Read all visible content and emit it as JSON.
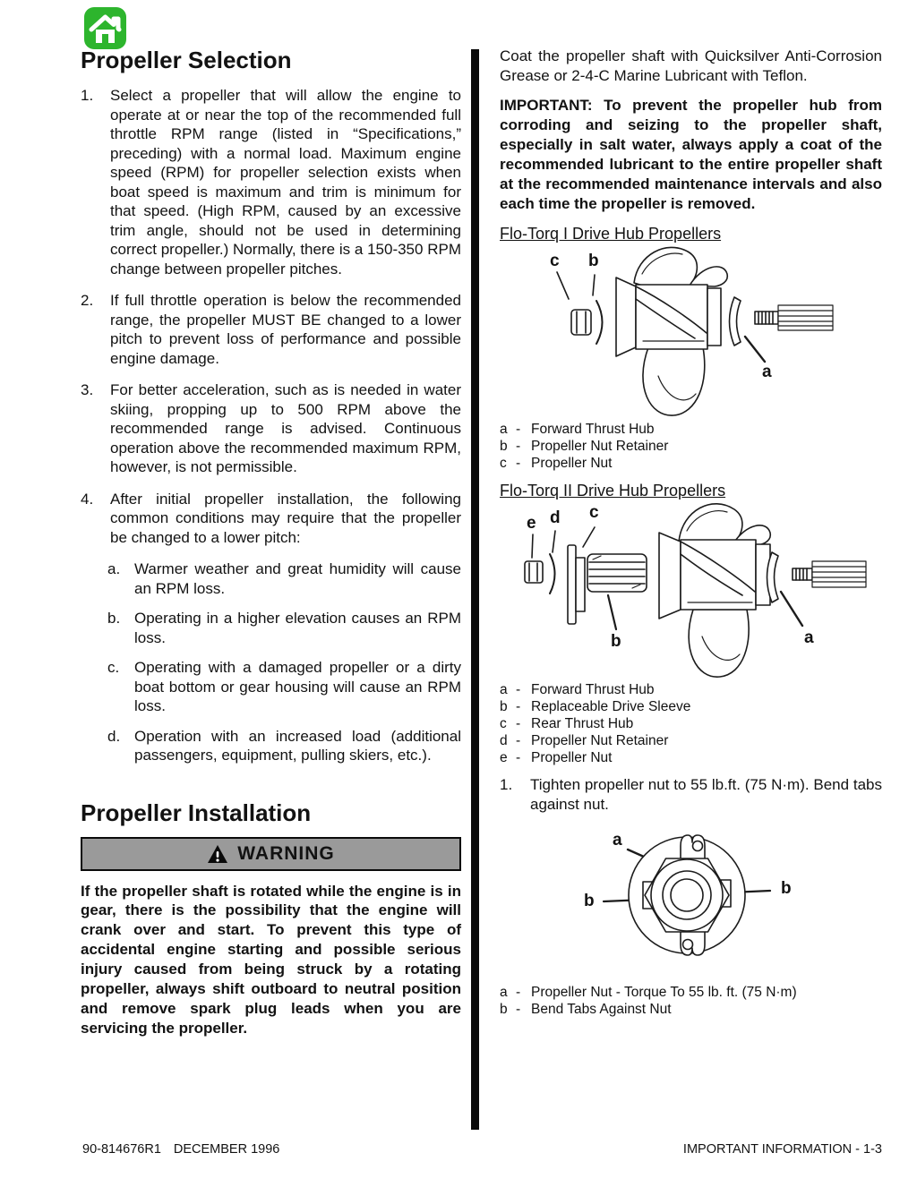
{
  "colors": {
    "home_green": "#2db52d",
    "warning_bg": "#9a9a9a",
    "ink": "#121212"
  },
  "icons": {
    "home": "house-icon",
    "warning": "warning-triangle-icon"
  },
  "left": {
    "title1": "Propeller Selection",
    "items": [
      {
        "num": "1.",
        "text": "Select a propeller that will allow the engine to operate at or near the top of the recommended full throttle RPM range (listed in “Specifications,” preceding) with a normal load. Maximum engine speed (RPM) for propeller selection exists when boat speed is maximum and trim is minimum for that speed. (High RPM, caused by an excessive trim angle, should not be used in determining correct propeller.) Normally, there is a 150-350 RPM change between propeller pitches."
      },
      {
        "num": "2.",
        "text": "If full throttle operation is below the recommended range, the propeller MUST BE changed to a lower pitch to prevent loss of performance and possible engine damage."
      },
      {
        "num": "3.",
        "text": "For better acceleration, such as is needed in water skiing, propping up to 500 RPM above the recommended range is advised. Continuous operation above the recommended maximum RPM, however, is not permissible."
      },
      {
        "num": "4.",
        "text": "After initial propeller installation, the following common conditions may require that the propeller be changed to a lower pitch:"
      }
    ],
    "subitems": [
      {
        "num": "a.",
        "text": "Warmer weather and great humidity will cause an RPM loss."
      },
      {
        "num": "b.",
        "text": "Operating in a higher elevation causes an RPM loss."
      },
      {
        "num": "c.",
        "text": "Operating with a damaged propeller or a dirty boat bottom or gear housing will cause an RPM loss."
      },
      {
        "num": "d.",
        "text": "Operation with an increased load (additional passengers, equipment, pulling skiers, etc.)."
      }
    ],
    "title2": "Propeller Installation",
    "warning_label": "WARNING",
    "warning_text": "If the propeller shaft is rotated while the engine is in gear, there is the possibility that the engine will crank over and start. To prevent this type of accidental engine starting and possible serious injury caused from being struck by a rotating propeller, always shift outboard to neutral position and remove spark plug leads when you are servicing the propeller."
  },
  "right": {
    "para1": "Coat the propeller shaft with Quicksilver Anti-Corrosion Grease or 2-4-C Marine Lubricant with Teflon.",
    "important": "IMPORTANT: To prevent the propeller hub from corroding and seizing to the propeller shaft, especially in salt water, always apply a coat of the recommended lubricant to the entire propeller shaft at the recommended maintenance intervals and also each time the propeller is removed.",
    "heading1": "Flo-Torq I Drive Hub Propellers",
    "sep": "-",
    "d1_labels": {
      "a": "a",
      "b": "b",
      "c": "c"
    },
    "legend1": [
      {
        "k": "a",
        "label": "Forward Thrust Hub"
      },
      {
        "k": "b",
        "label": "Propeller Nut Retainer"
      },
      {
        "k": "c",
        "label": "Propeller Nut"
      }
    ],
    "heading2": "Flo-Torq II Drive Hub Propellers",
    "d2_labels": {
      "a": "a",
      "b": "b",
      "c": "c",
      "d": "d",
      "e": "e"
    },
    "legend2": [
      {
        "k": "a",
        "label": "Forward Thrust Hub"
      },
      {
        "k": "b",
        "label": "Replaceable Drive Sleeve"
      },
      {
        "k": "c",
        "label": "Rear Thrust Hub"
      },
      {
        "k": "d",
        "label": "Propeller Nut Retainer"
      },
      {
        "k": "e",
        "label": "Propeller Nut"
      }
    ],
    "step1": {
      "num": "1.",
      "text": "Tighten propeller nut to 55 lb.ft. (75 N·m). Bend tabs against nut."
    },
    "d3_labels": {
      "a": "a",
      "b_left": "b",
      "b_right": "b"
    },
    "legend3": [
      {
        "k": "a",
        "label": "Propeller Nut - Torque To 55 lb. ft. (75 N·m)"
      },
      {
        "k": "b",
        "label": "Bend Tabs Against Nut"
      }
    ]
  },
  "footer": {
    "doc_number": "90-814676R1",
    "date": "DECEMBER 1996",
    "right": "IMPORTANT INFORMATION - 1-3"
  }
}
